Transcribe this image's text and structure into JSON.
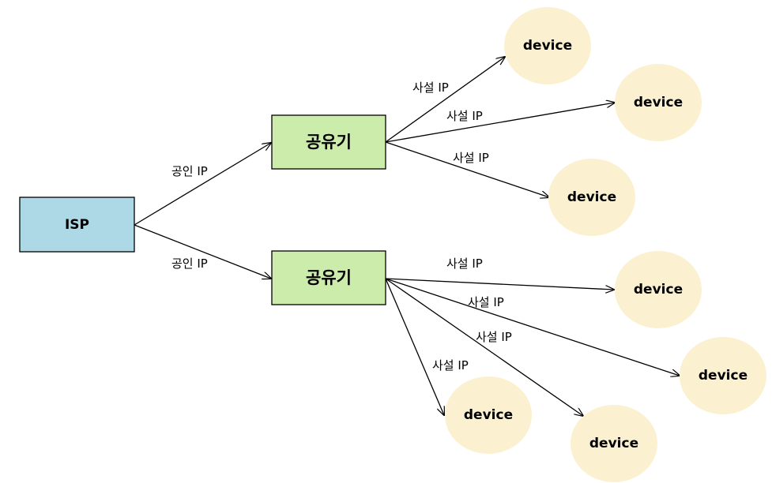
{
  "isp": {
    "label": "ISP",
    "fill": "#add8e6"
  },
  "routers": [
    {
      "label": "공유기",
      "fill": "#ccecab"
    },
    {
      "label": "공유기",
      "fill": "#ccecab"
    }
  ],
  "devices": [
    {
      "label": "device"
    },
    {
      "label": "device"
    },
    {
      "label": "device"
    },
    {
      "label": "device"
    },
    {
      "label": "device"
    },
    {
      "label": "device"
    },
    {
      "label": "device"
    }
  ],
  "device_fill": "#fbf0cf",
  "edges": {
    "public": [
      {
        "label": "공인 IP"
      },
      {
        "label": "공인 IP"
      }
    ],
    "private": [
      {
        "label": "사설 IP"
      },
      {
        "label": "사설 IP"
      },
      {
        "label": "사설 IP"
      },
      {
        "label": "사설 IP"
      },
      {
        "label": "사설 IP"
      },
      {
        "label": "사설 IP"
      },
      {
        "label": "사설 IP"
      }
    ]
  },
  "stroke_color": "#000000"
}
